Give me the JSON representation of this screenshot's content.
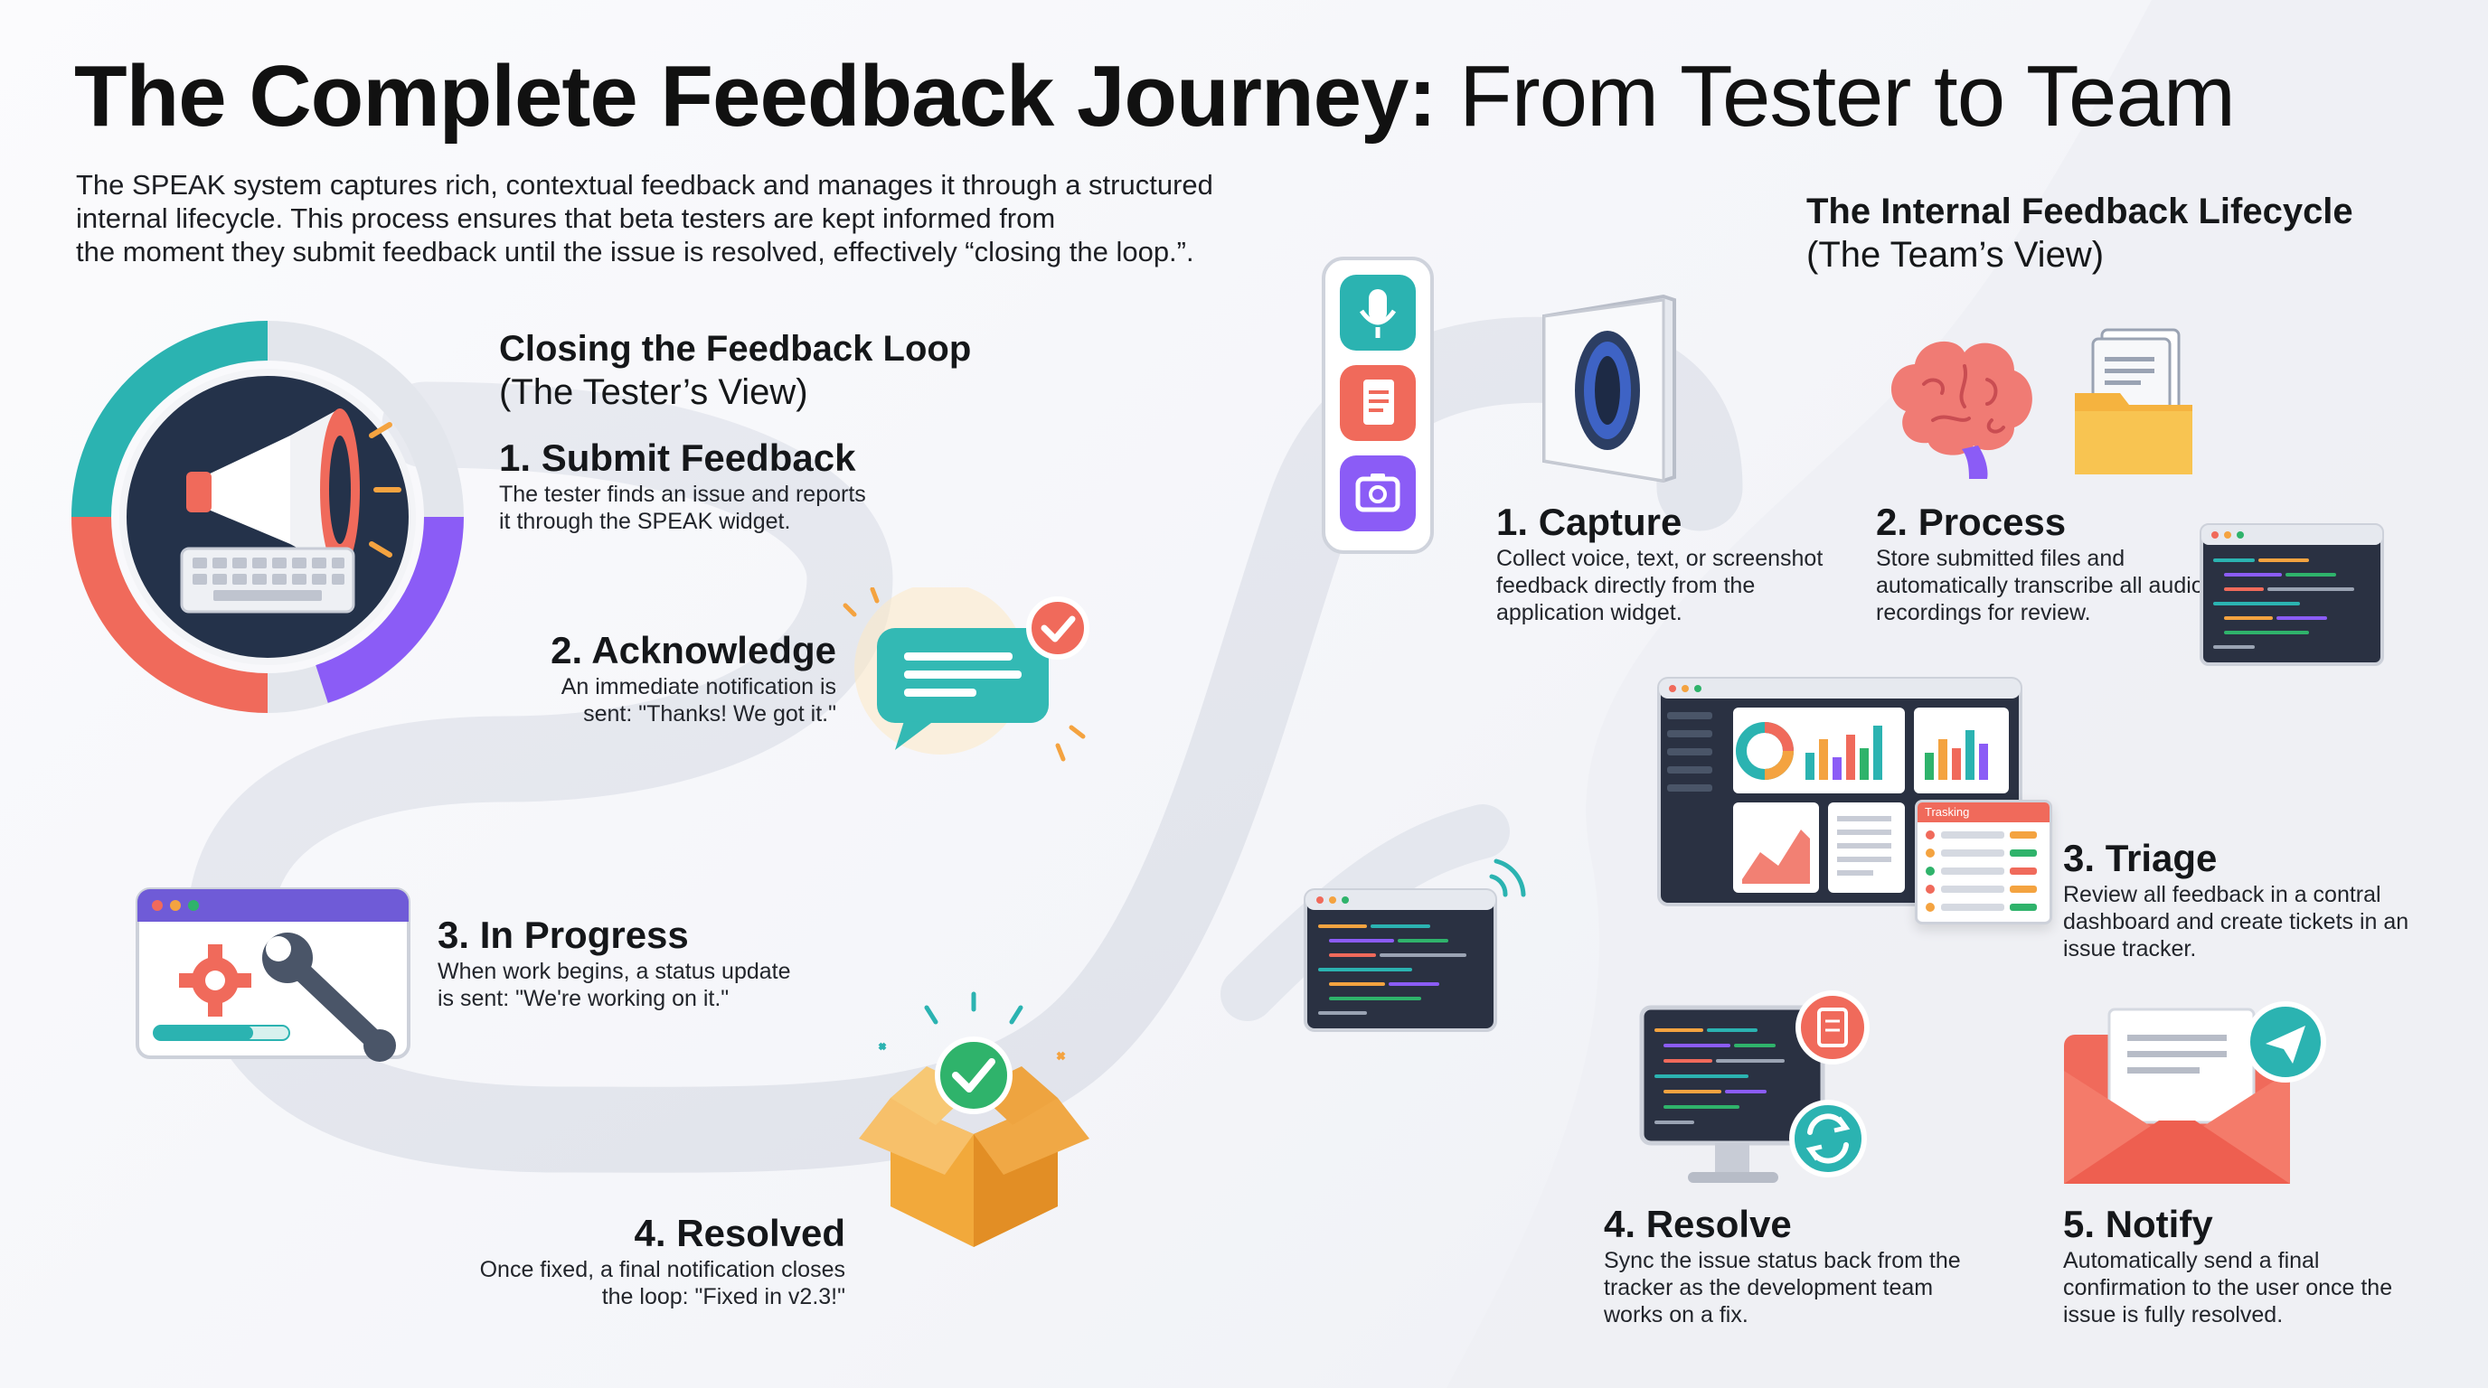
{
  "title": {
    "bold": "The Complete Feedback Journey:",
    "light": "From Tester to Team"
  },
  "intro": {
    "line1": "The SPEAK system captures rich, contextual feedback and manages it through a structured",
    "line2": "internal lifecycle. This process ensures that beta testers are kept informed from",
    "line3": "the moment they submit feedback until the issue is resolved, effectively “closing the loop.”."
  },
  "tester": {
    "heading": "Closing the Feedback Loop",
    "subheading": "(The Tester’s View)",
    "steps": [
      {
        "title": "1. Submit Feedback",
        "desc": "The tester finds an issue and reports it through the SPEAK widget."
      },
      {
        "title": "2. Acknowledge",
        "desc": "An immediate notification is sent: \"Thanks! We got it.\""
      },
      {
        "title": "3. In Progress",
        "desc": "When work begins, a status update is sent: \"We're working on it.\""
      },
      {
        "title": "4. Resolved",
        "desc": "Once fixed, a final notification closes the loop: \"Fixed in v2.3!\""
      }
    ]
  },
  "team": {
    "heading": "The Internal Feedback Lifecycle",
    "subheading": "(The Team’s View)",
    "steps": [
      {
        "title": "1. Capture",
        "desc": "Collect voice, text, or screenshot feedback directly from the application widget."
      },
      {
        "title": "2. Process",
        "desc": "Store submitted files and automatically transcribe all audio recordings for review."
      },
      {
        "title": "3. Triage",
        "desc": "Review all feedback in a contral dashboard and create tickets in an issue tracker."
      },
      {
        "title": "4. Resolve",
        "desc": "Sync the issue status back from the tracker as the development team works on a fix."
      },
      {
        "title": "5. Notify",
        "desc": "Automatically send a final confirmation to the user once the issue is fully resolved."
      }
    ],
    "dashboard_label": "Trasking"
  },
  "icons": [
    "megaphone-icon",
    "keyboard-icon",
    "chat-bubble-icon",
    "checkmark-icon",
    "settings-window-icon",
    "gear-icon",
    "wrench-icon",
    "open-box-icon",
    "microphone-icon",
    "document-icon",
    "camera-icon",
    "capture-device-icon",
    "brain-icon",
    "folder-icon",
    "code-window-icon",
    "dashboard-icon",
    "monitor-icon",
    "sync-icon",
    "envelope-icon",
    "send-icon"
  ],
  "colors": {
    "teal": "#2bb3b1",
    "coral": "#f06a5b",
    "purple": "#8b5cf6",
    "green": "#2fb36b",
    "orange": "#f4a340",
    "navy": "#24324a"
  }
}
